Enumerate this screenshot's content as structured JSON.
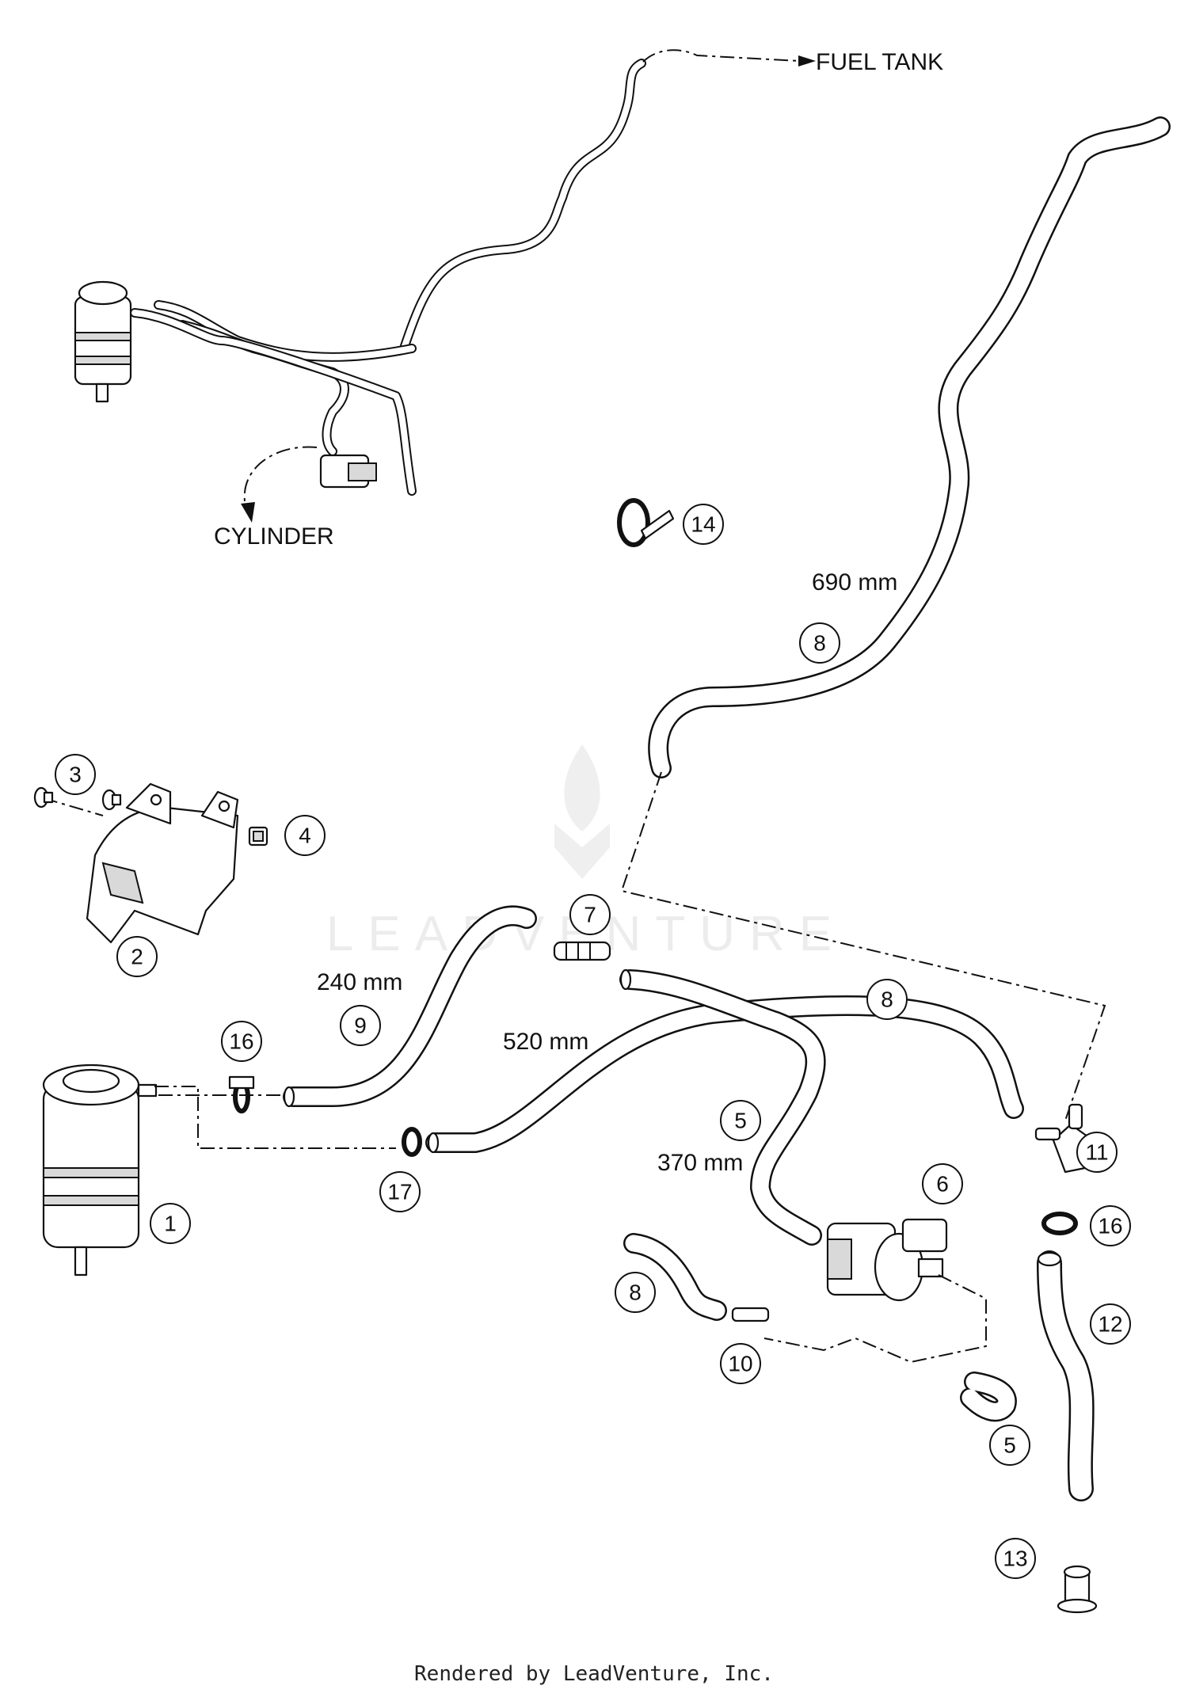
{
  "labels": {
    "fuel_tank": "FUEL TANK",
    "cylinder": "CYLINDER",
    "len_690": "690 mm",
    "len_240": "240 mm",
    "len_520": "520 mm",
    "len_370": "370 mm"
  },
  "callouts": {
    "c1": "1",
    "c2": "2",
    "c3": "3",
    "c4": "4",
    "c5a": "5",
    "c5b": "5",
    "c6": "6",
    "c7": "7",
    "c8a": "8",
    "c8b": "8",
    "c8c": "8",
    "c9": "9",
    "c10": "10",
    "c11": "11",
    "c12": "12",
    "c13": "13",
    "c14": "14",
    "c16a": "16",
    "c16b": "16",
    "c17": "17"
  },
  "watermark": "LEADVENTURE",
  "footer": "Rendered by LeadVenture, Inc."
}
